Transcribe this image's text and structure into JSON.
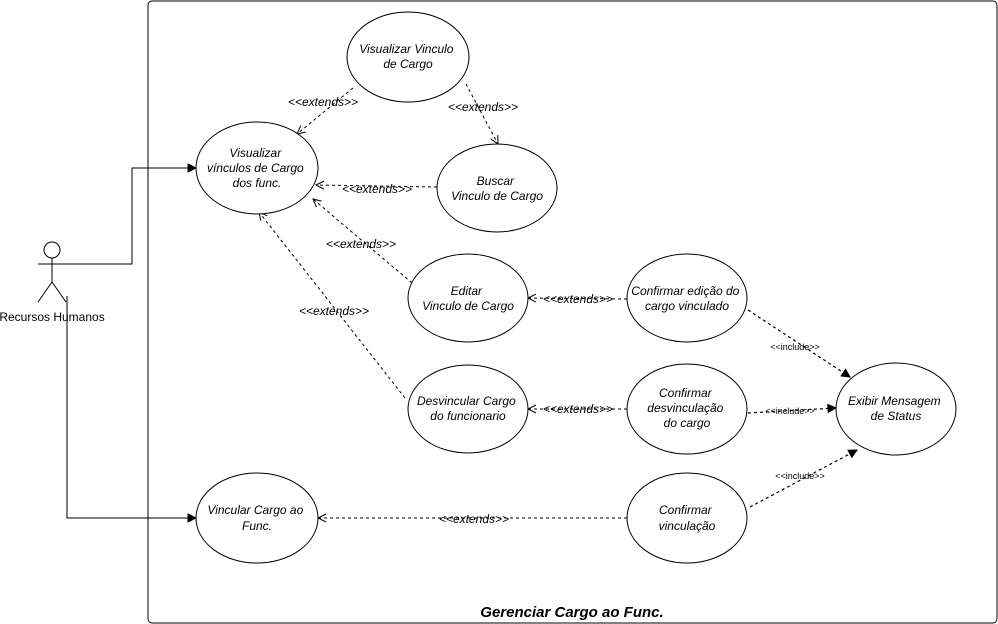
{
  "system_boundary": {
    "title": "Gerenciar Cargo ao Func."
  },
  "actor": {
    "name": "Recursos Humanos"
  },
  "use_cases": {
    "visualizar_vinculo": [
      "Visualizar Vinculo",
      "de Cargo"
    ],
    "visualizar_vinculos_func": [
      "Visualizar",
      "vínculos de Cargo",
      "dos func."
    ],
    "buscar_vinculo": [
      "Buscar",
      "Vinculo de Cargo"
    ],
    "editar_vinculo": [
      "Editar",
      "Vinculo de Cargo"
    ],
    "confirmar_edicao": [
      "Confirmar edição do",
      "cargo vinculado"
    ],
    "desvincular_cargo": [
      "Desvincular Cargo",
      "do funcionario"
    ],
    "confirmar_desvinculacao": [
      "Confirmar",
      "desvinculação",
      "do cargo"
    ],
    "exibir_mensagem": [
      "Exibir Mensagem",
      "de Status"
    ],
    "vincular_cargo": [
      "Vincular Cargo ao",
      "Func."
    ],
    "confirmar_vinculacao": [
      "Confirmar",
      "vinculação"
    ]
  },
  "relations": {
    "extends_label": "<<extends>>",
    "include_label": "<<include>>"
  }
}
